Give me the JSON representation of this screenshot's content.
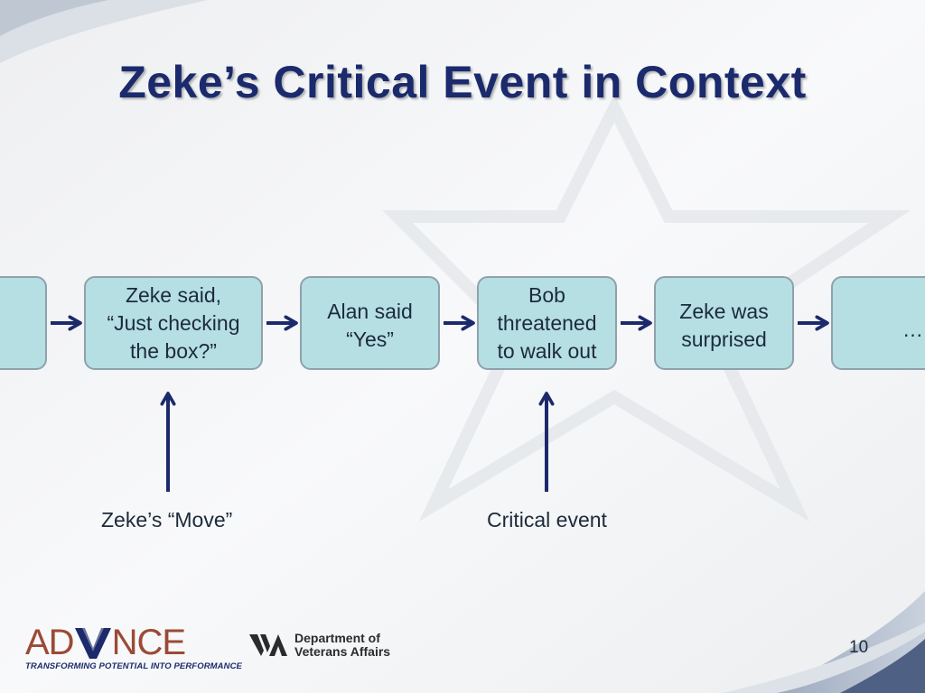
{
  "slide": {
    "title": "Zeke’s Critical Event in Context",
    "page_number": "10"
  },
  "flow": {
    "nodes": [
      {
        "lines": []
      },
      {
        "lines": [
          "Zeke said,",
          "“Just checking",
          "the box?”"
        ]
      },
      {
        "lines": [
          "Alan said",
          "“Yes”"
        ]
      },
      {
        "lines": [
          "Bob",
          "threatened",
          "to walk out"
        ]
      },
      {
        "lines": [
          "Zeke was",
          "surprised"
        ]
      },
      {
        "lines": [
          "…"
        ]
      }
    ],
    "annotations": [
      {
        "label": "Zeke’s “Move”",
        "points_to_node": 1
      },
      {
        "label": "Critical event",
        "points_to_node": 3
      }
    ]
  },
  "logos": {
    "advance_prefix": "AD",
    "advance_suffix": "NCE",
    "advance_tagline": "TRANSFORMING POTENTIAL INTO PERFORMANCE",
    "va_line1": "Department of",
    "va_line2": "Veterans Affairs"
  },
  "colors": {
    "title": "#1a2a6c",
    "node_fill": "#b5dfe3",
    "node_border": "#8fa1ad",
    "arrow": "#1c2a6b",
    "text": "#1d2a3a",
    "advance_red": "#9b4a36",
    "advance_navy": "#1c2a6b"
  }
}
